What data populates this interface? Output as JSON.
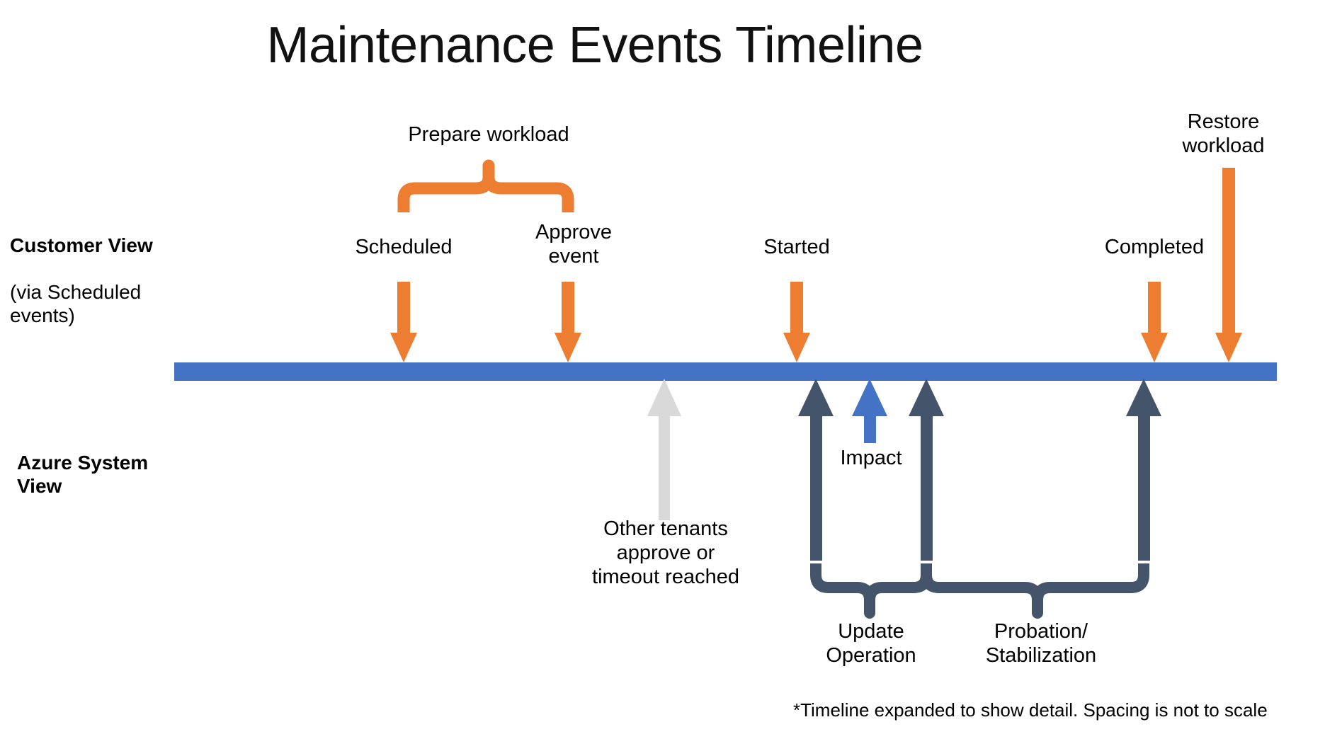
{
  "page": {
    "title": "Maintenance Events Timeline",
    "footnote": "*Timeline expanded to show detail. Spacing is not to scale"
  },
  "rows": {
    "customer_view": {
      "title": "Customer View",
      "subtitle": "(via Scheduled events)"
    },
    "azure_system_view": {
      "title": "Azure System View"
    }
  },
  "timeline": {
    "bar_color": "#4472C4",
    "customer_marker_color": "#ED7D31",
    "system_marker_color": "#44546A",
    "impact_marker_color": "#4472C4",
    "other_tenants_marker_color": "#D9D9D9"
  },
  "customer_events": [
    {
      "label": "Scheduled",
      "icon": "down-arrow-icon"
    },
    {
      "label": "Approve\nevent",
      "icon": "down-arrow-icon"
    },
    {
      "label": "Started",
      "icon": "down-arrow-icon"
    },
    {
      "label": "Completed",
      "icon": "down-arrow-icon"
    },
    {
      "label": "Restore\nworkload",
      "icon": "down-arrow-icon"
    }
  ],
  "customer_brace": {
    "label": "Prepare workload"
  },
  "system_events": [
    {
      "label": "Other tenants\napprove or\ntimeout reached",
      "icon": "up-arrow-icon"
    },
    {
      "label": "Impact",
      "icon": "up-arrow-icon"
    }
  ],
  "system_braces": [
    {
      "label": "Update\nOperation"
    },
    {
      "label": "Probation/\nStabilization"
    }
  ]
}
